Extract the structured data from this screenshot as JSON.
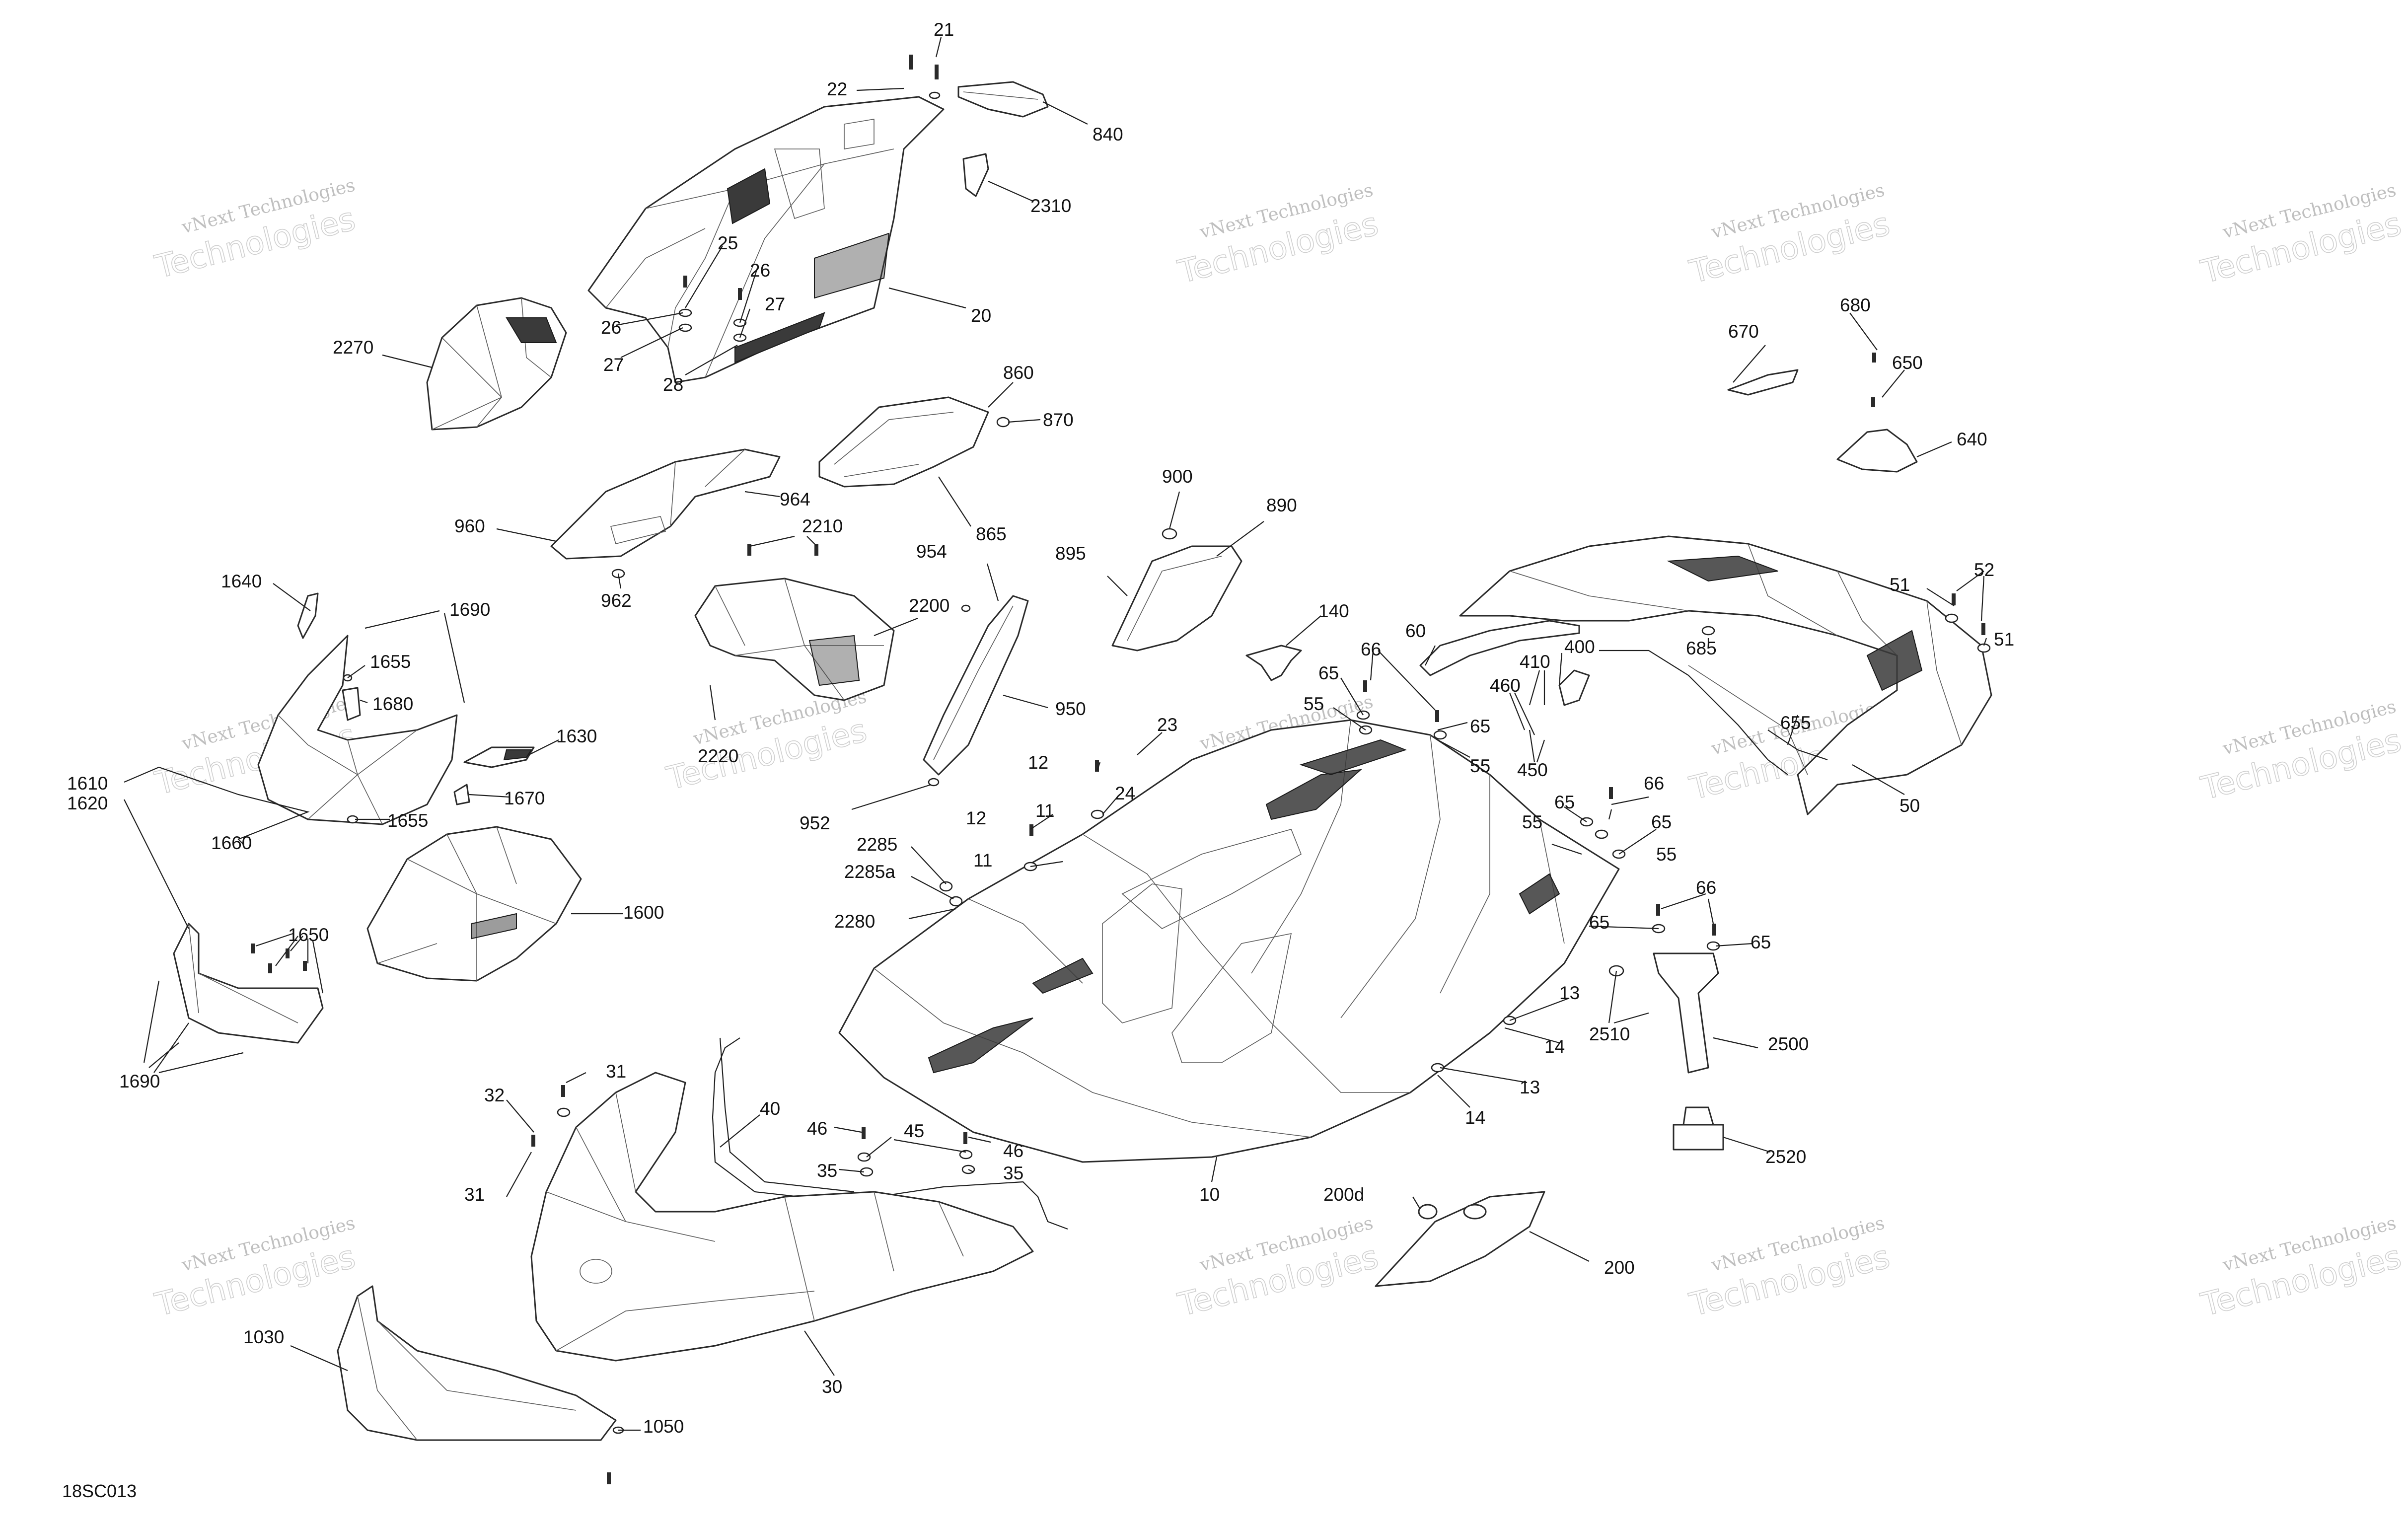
{
  "diagram_code": "18SC013",
  "watermark": {
    "line1": "vNext Technologies",
    "line2": "Technologies"
  },
  "labels": {
    "c21": "21",
    "c22": "22",
    "c840": "840",
    "c2310": "2310",
    "c20": "20",
    "c25": "25",
    "c26a": "26",
    "c26b": "26",
    "c27a": "27",
    "c27b": "27",
    "c28": "28",
    "c2270": "2270",
    "c860": "860",
    "c870": "870",
    "c865": "865",
    "c964": "964",
    "c960": "960",
    "c962": "962",
    "c2210": "2210",
    "c2200": "2200",
    "c2220": "2220",
    "c900": "900",
    "c890": "890",
    "c895": "895",
    "c954": "954",
    "c950": "950",
    "c952": "952",
    "c1640": "1640",
    "c1690a": "1690",
    "c1655a": "1655",
    "c1680": "1680",
    "c1630": "1630",
    "c1670": "1670",
    "c1655b": "1655",
    "c1660": "1660",
    "c1610": "1610",
    "c1620": "1620",
    "c1600": "1600",
    "c1650": "1650",
    "c1690b": "1690",
    "c140": "140",
    "c23": "23",
    "c12a": "12",
    "c24": "24",
    "c11a": "11",
    "c12b": "12",
    "c11b": "11",
    "c2285": "2285",
    "c2285a": "2285a",
    "c2280": "2280",
    "c60": "60",
    "c66a": "66",
    "c65a": "65",
    "c55a": "55",
    "c65b": "65",
    "c55b": "55",
    "c410": "410",
    "c460": "460",
    "c450": "450",
    "c400": "400",
    "c685": "685",
    "c51a": "51",
    "c52": "52",
    "c51b": "51",
    "c655": "655",
    "c50": "50",
    "c66b": "66",
    "c65c": "65",
    "c55c": "55",
    "c65d": "65",
    "c55d": "55",
    "c66c": "66",
    "c65e": "65",
    "c65f": "65",
    "c13a": "13",
    "c14a": "14",
    "c2510": "2510",
    "c2500": "2500",
    "c13b": "13",
    "c14b": "14",
    "c2520": "2520",
    "c670": "670",
    "c680": "680",
    "c650": "650",
    "c640": "640",
    "c32": "32",
    "c31a": "31",
    "c40": "40",
    "c46a": "46",
    "c45": "45",
    "c46b": "46",
    "c35a": "35",
    "c35b": "35",
    "c31b": "31",
    "c10": "10",
    "c200d": "200d",
    "c200": "200",
    "c30": "30",
    "c1030": "1030",
    "c1050": "1050"
  }
}
